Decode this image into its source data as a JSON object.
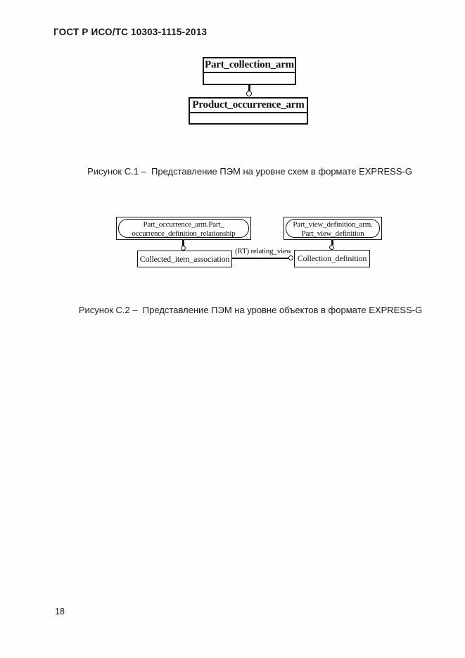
{
  "header": {
    "title": "ГОСТ Р ИСО/ТС 10303-1115-2013"
  },
  "figure_c1": {
    "caption": "Рисунок С.1 –  Представление ПЭМ на уровне схем в формате EXPRESS-G",
    "schema_top": "Part_collection_arm",
    "schema_bottom": "Product_occurrence_arm"
  },
  "figure_c2": {
    "caption": "Рисунок С.2 –  Представление ПЭМ на уровне объектов в формате EXPRESS-G",
    "ref_left_line1": "Part_occurrence_arm.Part_",
    "ref_left_line2": "occurrence_definition_relationship",
    "ref_right_line1": "Part_view_definition_arm.",
    "ref_right_line2": "Part_view_definition",
    "entity_left": "Collected_item_association",
    "entity_right": "Collection_definition",
    "relation_label": "(RT) relating_view"
  },
  "footer": {
    "page_number": "18"
  }
}
